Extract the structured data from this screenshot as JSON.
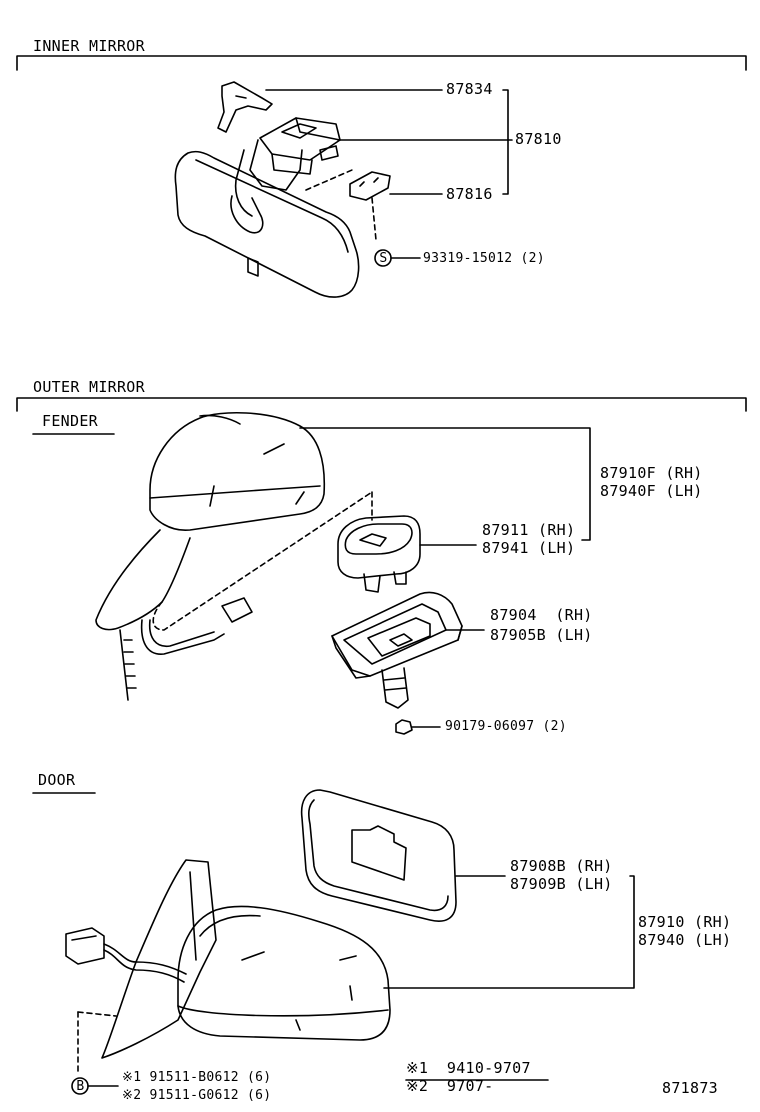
{
  "sections": {
    "inner": "INNER MIRROR",
    "outer": "OUTER MIRROR",
    "fender": "FENDER",
    "door": "DOOR"
  },
  "inner_parts": {
    "p87834": "87834",
    "p87810": "87810",
    "p87816": "87816",
    "screw_symbol": "S",
    "screw": "93319-15012 (2)"
  },
  "fender_parts": {
    "p87910f": "87910F (RH)",
    "p87940f": "87940F (LH)",
    "p87911": "87911 (RH)",
    "p87941": "87941 (LH)",
    "p87904": "87904  (RH)",
    "p87905b": "87905B (LH)",
    "nut": "90179-06097 (2)"
  },
  "door_parts": {
    "p87908b": "87908B (RH)",
    "p87909b": "87909B (LH)",
    "p87910": "87910 (RH)",
    "p87940": "87940 (LH)",
    "bolt_symbol": "B",
    "bolt1": "※1 91511-B0612 (6)",
    "bolt2": "※2 91511-G0612 (6)"
  },
  "notes": {
    "n1": "※1  9410-9707",
    "n2": "※2  9707-"
  },
  "figure_number": "871873"
}
